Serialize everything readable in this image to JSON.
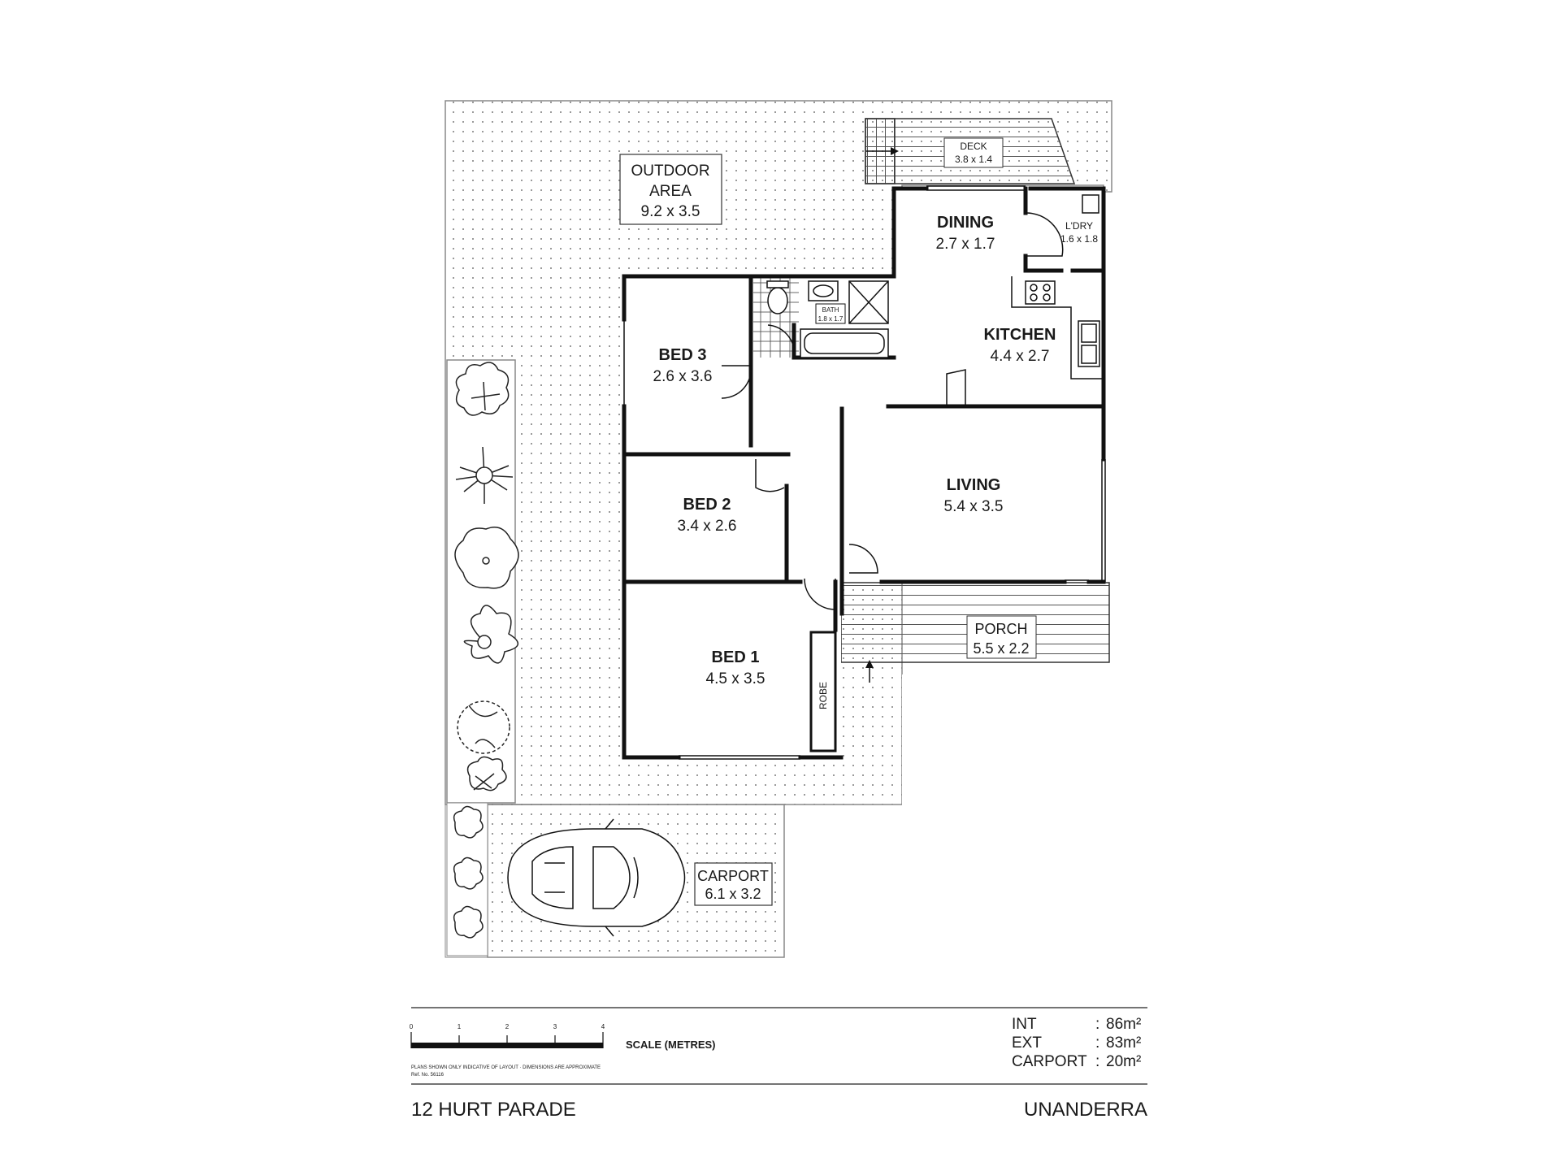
{
  "rooms": {
    "outdoor": {
      "name_line1": "OUTDOOR",
      "name_line2": "AREA",
      "size": "9.2 x 3.5"
    },
    "deck": {
      "name": "DECK",
      "size": "3.8 x 1.4"
    },
    "dining": {
      "name": "DINING",
      "size": "2.7 x 1.7"
    },
    "laundry": {
      "name": "L'DRY",
      "size": "1.6 x 1.8"
    },
    "bath": {
      "name": "BATH",
      "size": "1.8 x 1.7"
    },
    "kitchen": {
      "name": "KITCHEN",
      "size": "4.4 x 2.7"
    },
    "bed3": {
      "name": "BED 3",
      "size": "2.6 x 3.6"
    },
    "bed2": {
      "name": "BED 2",
      "size": "3.4 x 2.6"
    },
    "living": {
      "name": "LIVING",
      "size": "5.4 x 3.5"
    },
    "bed1": {
      "name": "BED 1",
      "size": "4.5 x 3.5"
    },
    "robe": {
      "name": "ROBE"
    },
    "porch": {
      "name": "PORCH",
      "size": "5.5 x 2.2"
    },
    "carport": {
      "name": "CARPORT",
      "size": "6.1 x 3.2"
    }
  },
  "scale": {
    "ticks": [
      "0",
      "1",
      "2",
      "3",
      "4"
    ],
    "label": "SCALE (METRES)",
    "disclaimer": "PLANS SHOWN ONLY INDICATIVE OF LAYOUT · DIMENSIONS ARE APPROXIMATE",
    "ref": "Ref. No. 56116"
  },
  "areas": [
    {
      "label": "INT",
      "sep": ":",
      "value": "86m²"
    },
    {
      "label": "EXT",
      "sep": ":",
      "value": "83m²"
    },
    {
      "label": "CARPORT",
      "sep": ":",
      "value": "20m²"
    }
  ],
  "footer": {
    "address": "12 HURT PARADE",
    "suburb": "UNANDERRA"
  }
}
